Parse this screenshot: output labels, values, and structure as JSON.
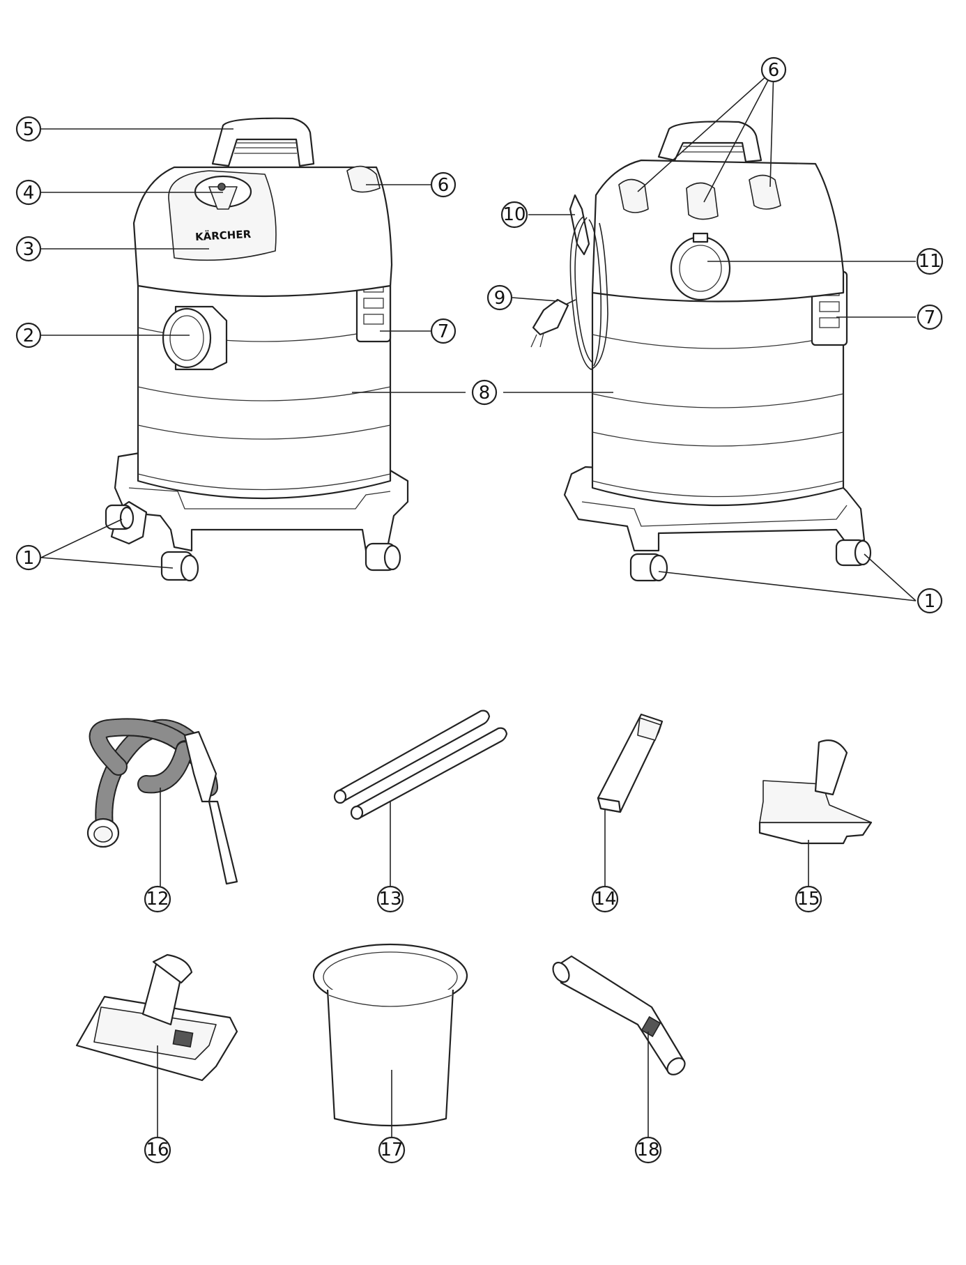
{
  "brand": {
    "logo_text": "KÄRCHER"
  },
  "callouts": [
    {
      "id": "c1a",
      "label": "1"
    },
    {
      "id": "c2",
      "label": "2"
    },
    {
      "id": "c3",
      "label": "3"
    },
    {
      "id": "c4",
      "label": "4"
    },
    {
      "id": "c5",
      "label": "5"
    },
    {
      "id": "c6a",
      "label": "6"
    },
    {
      "id": "c7a",
      "label": "7"
    },
    {
      "id": "c8",
      "label": "8"
    },
    {
      "id": "c6b",
      "label": "6"
    },
    {
      "id": "c10",
      "label": "10"
    },
    {
      "id": "c9",
      "label": "9"
    },
    {
      "id": "c11",
      "label": "11"
    },
    {
      "id": "c7b",
      "label": "7"
    },
    {
      "id": "c1b",
      "label": "1"
    },
    {
      "id": "c12",
      "label": "12"
    },
    {
      "id": "c13",
      "label": "13"
    },
    {
      "id": "c14",
      "label": "14"
    },
    {
      "id": "c15",
      "label": "15"
    },
    {
      "id": "c16",
      "label": "16"
    },
    {
      "id": "c17",
      "label": "17"
    },
    {
      "id": "c18",
      "label": "18"
    }
  ],
  "colors": {
    "line": "#222222",
    "hose": "#8c8c8c",
    "tube": "#c4c4c4"
  }
}
